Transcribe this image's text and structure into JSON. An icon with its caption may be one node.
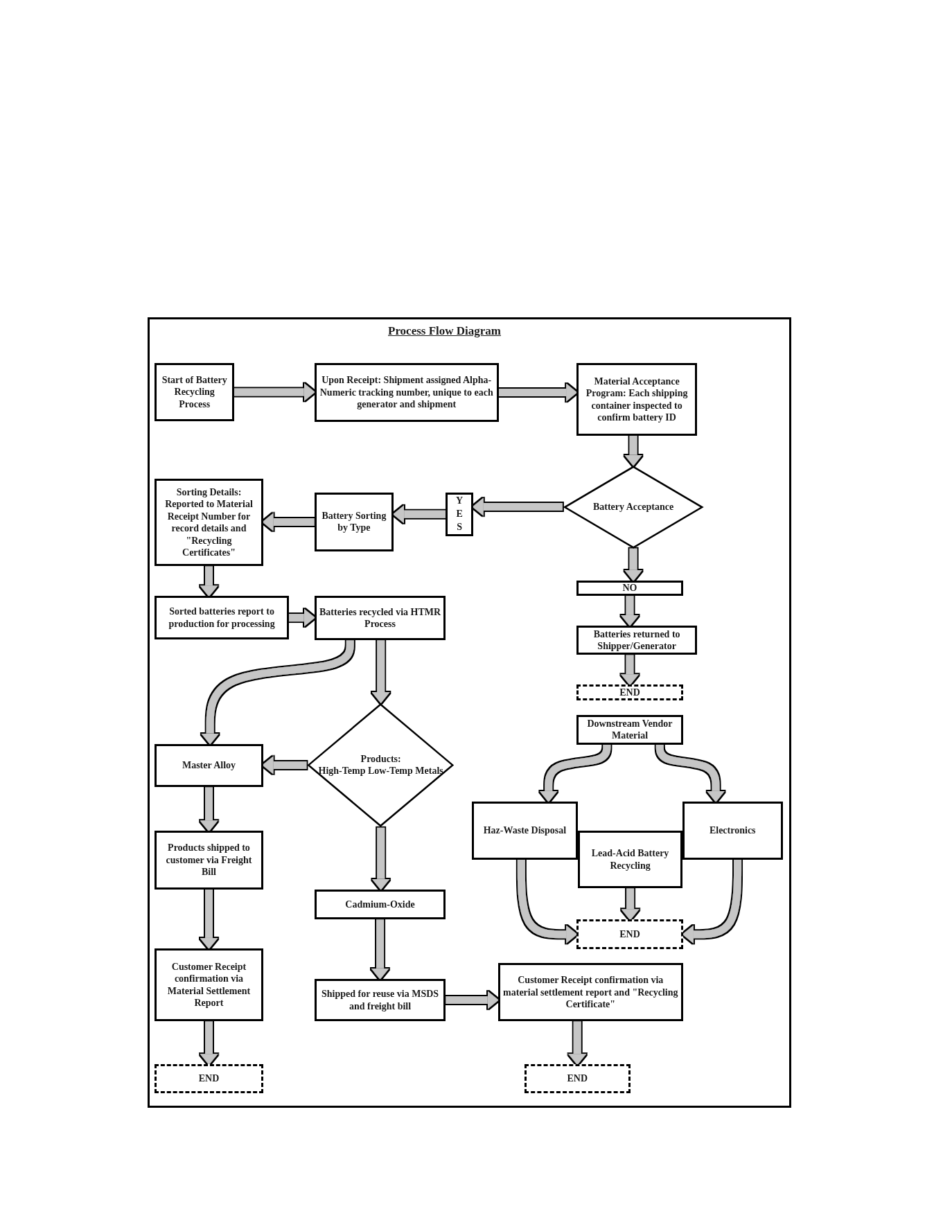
{
  "diagram": {
    "title": "Process Flow Diagram",
    "nodes": [
      {
        "text": [
          "**Start** of Battery Recycling Process"
        ]
      },
      {
        "text": [
          "Upon Receipt: Shipment assigned Alpha-Numeric tracking number, unique to each generator and shipment"
        ]
      },
      {
        "text": [
          "Material Acceptance Program: Each shipping container inspected to confirm battery ID"
        ]
      },
      {
        "text": [
          "Battery Acceptance"
        ]
      },
      {
        "text": [
          "YES"
        ]
      },
      {
        "text": [
          "Battery Sorting by Type"
        ]
      },
      {
        "text": [
          "Sorting Details: Reported to Material Receipt Number for record details and \"Recycling Certificates\""
        ]
      },
      {
        "text": [
          "NO"
        ]
      },
      {
        "text": [
          "Batteries returned to Shipper/Generator"
        ]
      },
      {
        "text": [
          "END"
        ]
      },
      {
        "text": [
          "Sorted batteries report to production for processing"
        ]
      },
      {
        "text": [
          "Batteries recycled via HTMR Process"
        ]
      },
      {
        "text": [
          "Products:",
          "High-Temp Low-Temp Metals"
        ]
      },
      {
        "text": [
          "Master Alloy"
        ]
      },
      {
        "text": [
          "Downstream Vendor Material"
        ]
      },
      {
        "text": [
          "Haz-Waste Disposal"
        ]
      },
      {
        "text": [
          "Lead-Acid Battery Recycling"
        ]
      },
      {
        "text": [
          "Electronics"
        ]
      },
      {
        "text": [
          "Products shipped to customer via Freight Bill"
        ]
      },
      {
        "text": [
          "Cadmium-Oxide"
        ]
      },
      {
        "text": [
          "END"
        ]
      },
      {
        "text": [
          "Customer Receipt confirmation via Material Settlement Report"
        ]
      },
      {
        "text": [
          "Shipped for reuse via MSDS and freight bill"
        ]
      },
      {
        "text": [
          "Customer Receipt confirmation via material settlement report and \"Recycling Certificate\""
        ]
      },
      {
        "text": [
          "END"
        ]
      },
      {
        "text": [
          "END"
        ]
      }
    ],
    "edges": [
      {
        "from": 0,
        "to": 1,
        "arrow": "to"
      },
      {
        "from": 1,
        "to": 2,
        "arrow": "to"
      },
      {
        "from": 2,
        "to": 3,
        "arrow": "to"
      },
      {
        "from": 3,
        "to": 4,
        "arrow": "to"
      },
      {
        "from": 4,
        "to": 5,
        "arrow": "to"
      },
      {
        "from": 5,
        "to": 6,
        "arrow": "to"
      },
      {
        "from": 6,
        "to": 10,
        "arrow": "to"
      },
      {
        "from": 10,
        "to": 11,
        "arrow": "to"
      },
      {
        "from": 3,
        "to": 7,
        "arrow": "to"
      },
      {
        "from": 7,
        "to": 8,
        "arrow": "to"
      },
      {
        "from": 8,
        "to": 9,
        "arrow": "to"
      },
      {
        "from": 11,
        "to": 12,
        "arrow": "to"
      },
      {
        "from": 11,
        "to": 13,
        "arrow": "to"
      },
      {
        "from": 12,
        "to": 13,
        "arrow": "to"
      },
      {
        "from": 12,
        "to": 19,
        "arrow": "to"
      },
      {
        "from": 13,
        "to": 18,
        "arrow": "to"
      },
      {
        "from": 18,
        "to": 21,
        "arrow": "to"
      },
      {
        "from": 21,
        "to": 24,
        "arrow": "to"
      },
      {
        "from": 19,
        "to": 22,
        "arrow": "to"
      },
      {
        "from": 22,
        "to": 23,
        "arrow": "to"
      },
      {
        "from": 23,
        "to": 25,
        "arrow": "to"
      },
      {
        "from": 14,
        "to": 15,
        "arrow": "to"
      },
      {
        "from": 14,
        "to": 17,
        "arrow": "to"
      },
      {
        "from": 15,
        "to": 20,
        "arrow": "to"
      },
      {
        "from": 16,
        "to": 20,
        "arrow": "to"
      },
      {
        "from": 17,
        "to": 20,
        "arrow": "to"
      }
    ]
  }
}
